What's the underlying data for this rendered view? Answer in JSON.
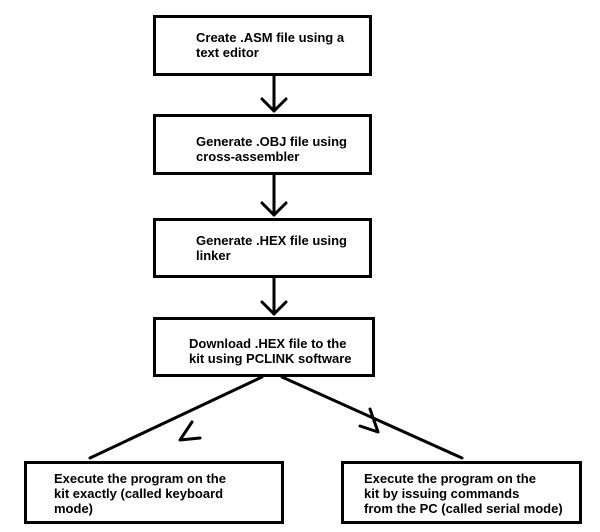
{
  "diagram": {
    "steps": [
      {
        "lines": [
          "Create .ASM file using a",
          "text editor"
        ]
      },
      {
        "lines": [
          "Generate .OBJ file using",
          "cross-assembler"
        ]
      },
      {
        "lines": [
          "Generate .HEX file using",
          "linker"
        ]
      },
      {
        "lines": [
          "Download .HEX file to the",
          "kit using PCLINK software"
        ]
      },
      {
        "lines": [
          "Execute the program on the",
          "kit exactly (called keyboard",
          "mode)"
        ]
      },
      {
        "lines": [
          "Execute the program on the",
          "kit by issuing commands",
          "from the PC (called serial mode)"
        ]
      }
    ],
    "colors": {
      "stroke": "#000000",
      "background": "#ffffff"
    }
  }
}
